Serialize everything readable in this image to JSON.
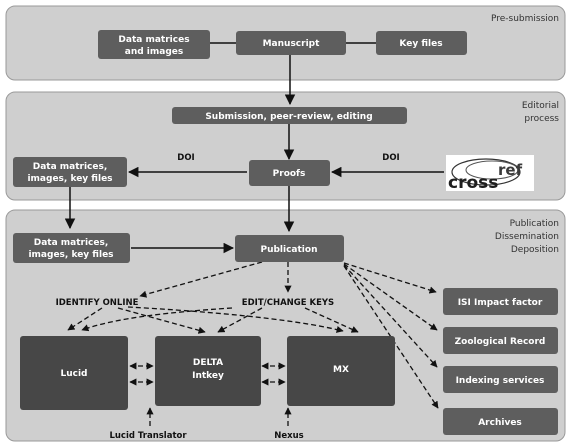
{
  "sections": {
    "pre_submission": "Pre-submission",
    "editorial_line1": "Editorial",
    "editorial_line2": "process",
    "publication_line1": "Publication",
    "publication_line2": "Dissemination",
    "publication_line3": "Deposition"
  },
  "boxes": {
    "data_matrices_images_line1": "Data matrices",
    "data_matrices_images_line2": "and images",
    "manuscript": "Manuscript",
    "key_files": "Key files",
    "submission": "Submission, peer-review, editing",
    "proofs": "Proofs",
    "data_key_files_1_line1": "Data matrices,",
    "data_key_files_1_line2": "images, key files",
    "data_key_files_2_line1": "Data matrices,",
    "data_key_files_2_line2": "images, key files",
    "publication": "Publication",
    "lucid": "Lucid",
    "delta_line1": "DELTA",
    "delta_line2": "Intkey",
    "mx": "MX",
    "isi": "ISI Impact factor",
    "zoological_record": "Zoological Record",
    "indexing_services": "Indexing services",
    "archives": "Archives"
  },
  "labels": {
    "doi_left": "DOI",
    "doi_right": "DOI",
    "identify_online": "IDENTIFY ONLINE",
    "edit_change_keys": "EDIT/CHANGE KEYS",
    "lucid_translator": "Lucid Translator",
    "nexus": "Nexus"
  },
  "logo": {
    "text_cross": "cross",
    "text_ref": "ref"
  },
  "colors": {
    "section_bg": "#cfcfcf",
    "box_fill": "#5e5e5e",
    "box_dark": "#474747",
    "arrow": "#111111"
  }
}
